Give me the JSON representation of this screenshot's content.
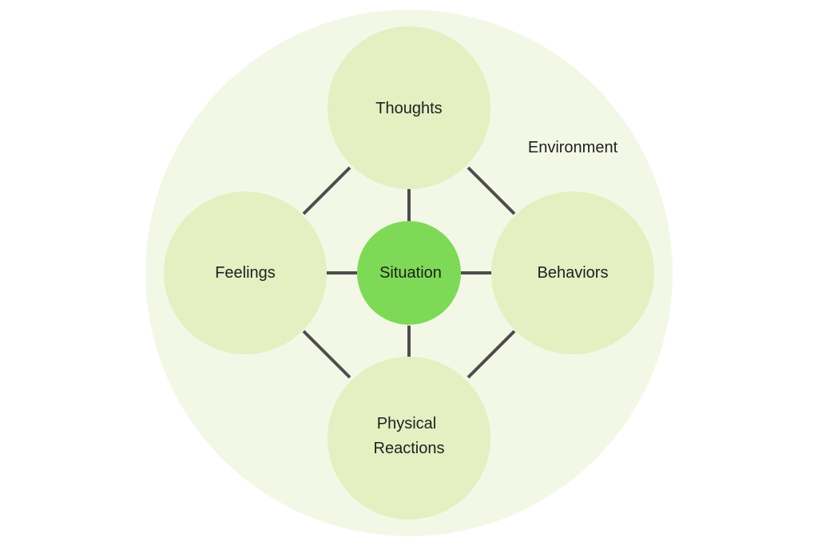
{
  "diagram": {
    "environment": {
      "label": "Environment",
      "color": "#f3f8e6"
    },
    "center": {
      "label": "Situation",
      "color": "#7ed957"
    },
    "nodes": {
      "thoughts": {
        "label": "Thoughts"
      },
      "feelings": {
        "label": "Feelings"
      },
      "behaviors": {
        "label": "Behaviors"
      },
      "physical": {
        "line1": "Physical",
        "line2": "Reactions"
      }
    },
    "node_color": "#e4efc2",
    "connector_color": "#4d4d4d"
  }
}
